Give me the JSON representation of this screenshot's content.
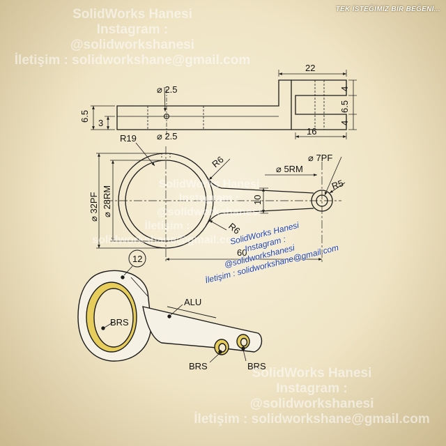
{
  "banner": "TEK İSTEĞİMİZ BİR BEĞENİ...",
  "watermark_top": [
    "SolidWorks Hanesi",
    "Instagram :",
    "@solidworkshanesi",
    "İletişim : solidworkshane@gmail.com"
  ],
  "watermark_center": [
    "SolidWorks Hanesi",
    "Instagram :",
    "@solidworkshanesi",
    "İletişim : solidworkshane@gmail.com"
  ],
  "watermark_blue": [
    "SolidWorks Hanesi",
    "Instagram :",
    "@solidworkshanesi",
    "İletişim : solidworkshane@gmail.com"
  ],
  "watermark_bottom": [
    "SolidWorks Hanesi",
    "Instagram :",
    "@solidworkshanesi",
    "İletişim : solidworkshane@gmail.com"
  ],
  "dimensions": {
    "top_22": "22",
    "top_16": "16",
    "top_4a": "4",
    "top_6_5": "6.5",
    "top_4b": "4",
    "left_6_5": "6.5",
    "left_3": "3",
    "hole_top": "⌀ 2.5",
    "hole_mid": "⌀ 2.5",
    "r19": "R19",
    "r6_top": "R6",
    "r6_bottom": "R6",
    "r5": "R5",
    "bore_5rm": "⌀ 5RM",
    "bore_7pf": "⌀ 7PF",
    "dia_32pf": "⌀ 32PF",
    "dia_28rm": "⌀ 28RM",
    "width_10": "10",
    "length_60": "60"
  },
  "callouts": {
    "item_no": "12",
    "alu": "ALU",
    "brs_left": "BRS",
    "brs_bottom_left": "BRS",
    "brs_bottom_right": "BRS"
  },
  "colors": {
    "line": "#1a1a1a",
    "bronze_bushing": "#e6cd5c",
    "paper": "#f3ead0"
  }
}
